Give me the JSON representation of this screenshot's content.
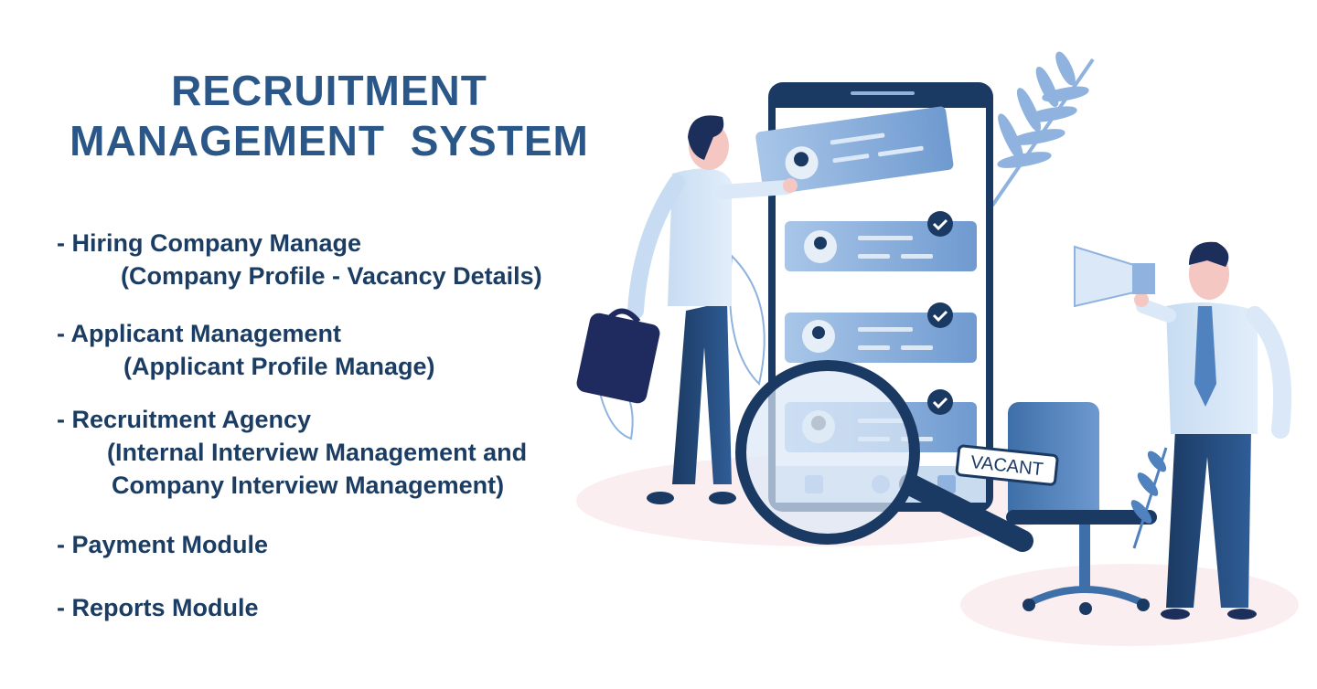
{
  "title": {
    "line1": "RECRUITMENT",
    "line2": "MANAGEMENT SYSTEM"
  },
  "modules": [
    {
      "label": "- Hiring Company Manage",
      "detail": "(Company Profile - Vacancy Details)"
    },
    {
      "label": "- Applicant Management",
      "detail": "(Applicant Profile Manage)"
    },
    {
      "label": "- Recruitment Agency",
      "detail": "(Internal Interview Management and",
      "detail2": "Company Interview Management)"
    },
    {
      "label": "- Payment Module"
    },
    {
      "label": "- Reports Module"
    }
  ],
  "illustration": {
    "vacant_sign": "VACANT",
    "colors": {
      "navy": "#1b3a63",
      "mid_blue": "#3f6fa8",
      "light_blue": "#8fb3de",
      "pale_blue": "#dbe8f7",
      "floor_pink": "#fbeef0",
      "skin": "#f4c7c3"
    }
  },
  "colors": {
    "title": "#2b5788",
    "text": "#1c3d63",
    "background": "#ffffff"
  }
}
